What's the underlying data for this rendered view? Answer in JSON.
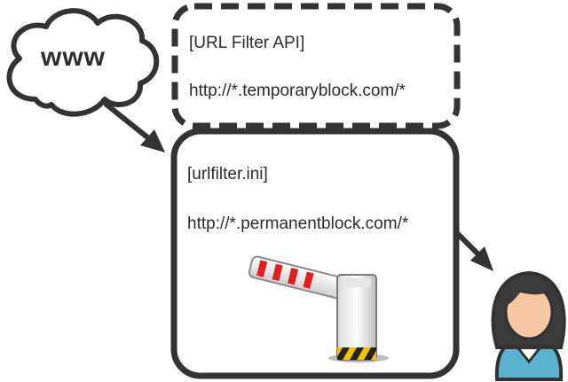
{
  "cloud": {
    "text": "www",
    "icon": "cloud-icon"
  },
  "api_box": {
    "title": "[URL Filter API]",
    "rule": "http://*.temporaryblock.com/*",
    "border_style": "dashed"
  },
  "ini_box": {
    "title": "[urlfilter.ini]",
    "rule": "http://*.permanentblock.com/*",
    "border_style": "solid"
  },
  "icons": {
    "barrier": "barrier-gate-icon",
    "user": "user-avatar-icon",
    "arrows": "arrow-icon"
  },
  "colors": {
    "stroke": "#333333",
    "barrier_red": "#e02020",
    "user_shirt": "#5bb3d0",
    "user_hair": "#3a3a3a",
    "user_skin": "#f6c7a5"
  }
}
